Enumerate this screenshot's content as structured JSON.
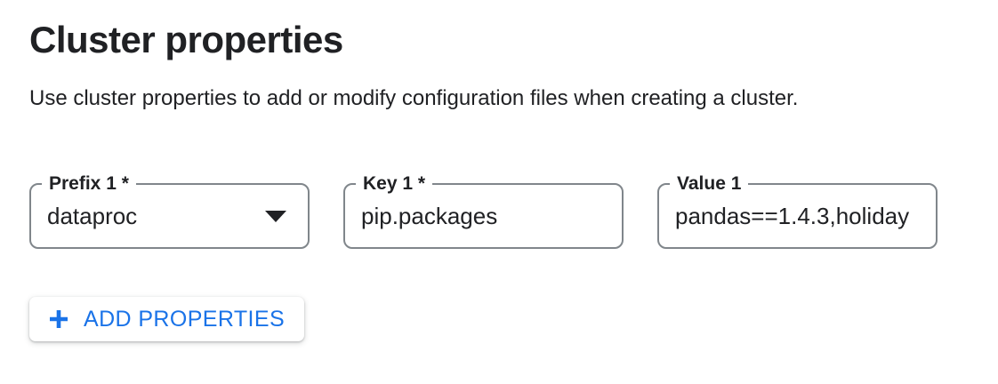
{
  "page": {
    "title": "Cluster properties",
    "description": "Use cluster properties to add or modify configuration files when creating a cluster."
  },
  "properties_row": {
    "prefix": {
      "label": "Prefix 1 *",
      "value": "dataproc"
    },
    "key": {
      "label": "Key 1 *",
      "value": "pip.packages"
    },
    "value": {
      "label": "Value 1",
      "value": "pandas==1.4.3,holiday"
    }
  },
  "actions": {
    "add_properties_label": "ADD PROPERTIES"
  },
  "icons": {
    "plus": "plus-icon",
    "dropdown_arrow": "dropdown-arrow-icon"
  },
  "colors": {
    "accent_blue": "#1a73e8",
    "text_primary": "#202124",
    "field_border": "#80868b",
    "background": "#ffffff"
  }
}
